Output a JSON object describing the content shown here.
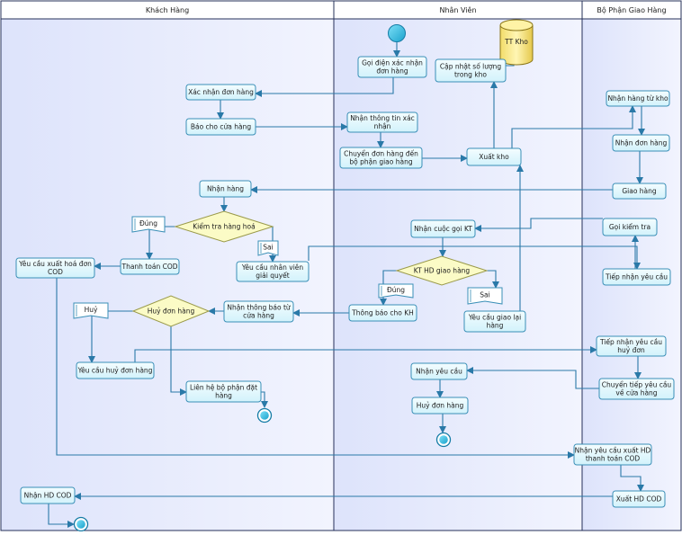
{
  "lanes": [
    "Khách Hàng",
    "Nhân Viên",
    "Bộ Phận Giao Hàng"
  ],
  "datastore": "TT Kho",
  "activities": {
    "goi_dien": [
      "Gọi điện xác nhận",
      "đơn hàng"
    ],
    "cap_nhat": [
      "Cập nhật số lượng",
      "trong kho"
    ],
    "xac_nhan": [
      "Xác nhận đơn hàng"
    ],
    "bao_cho": [
      "Báo cho cửa hàng"
    ],
    "nhan_tt": [
      "Nhận thông tin xác",
      "nhận"
    ],
    "chuyen_dh": [
      "Chuyển đơn hàng đến",
      "bộ phận giao hàng"
    ],
    "xuat_kho": [
      "Xuất kho"
    ],
    "nhan_hang_kho": [
      "Nhận hàng từ kho"
    ],
    "nhan_don": [
      "Nhận đơn hàng"
    ],
    "nhan_hang": [
      "Nhận hàng"
    ],
    "giao_hang": [
      "Giao hàng"
    ],
    "nhan_cuoc": [
      "Nhận cuộc gọi KT"
    ],
    "goi_kiem_tra": [
      "Gọi kiểm tra"
    ],
    "yeu_cau_xuat": [
      "Yêu cầu xuất hoá đơn",
      "COD"
    ],
    "thanh_toan": [
      "Thanh toán COD"
    ],
    "yeu_cau_nv": [
      "Yêu cầu nhân viên",
      "giải quyết"
    ],
    "tiep_nhan_yc": [
      "Tiếp nhận yêu cầu"
    ],
    "thong_bao_kh": [
      "Thông báo cho KH"
    ],
    "yc_giao_lai": [
      "Yêu cầu giao lại",
      "hàng"
    ],
    "nhan_tb": [
      "Nhận thông báo từ",
      "cửa hàng"
    ],
    "yc_huy": [
      "Yêu cầu huỷ đơn hàng"
    ],
    "tiep_nhan_huy": [
      "Tiếp nhận yêu cầu",
      "huỷ đơn"
    ],
    "lien_he": [
      "Liên hệ bộ phận đặt",
      "hàng"
    ],
    "chuyen_tiep": [
      "Chuyển tiếp yêu cầu",
      "về cửa hàng"
    ],
    "nhan_yc": [
      "Nhận yêu cầu"
    ],
    "huy_don": [
      "Huỷ đơn hàng"
    ],
    "nhan_yc_xuat": [
      "Nhận yêu cầu xuất HD",
      "thanh toán COD"
    ],
    "nhan_hd": [
      "Nhận HD COD"
    ],
    "xuat_hd": [
      "Xuất HD COD"
    ]
  },
  "decisions": {
    "kiem_tra": "Kiểm tra hàng hoá",
    "kt_hd": "KT HD giao hàng",
    "huy": "Huỷ đơn hàng"
  },
  "flags": {
    "dung1": "Đúng",
    "sai1": "Sai",
    "dung2": "Đúng",
    "sai2": "Sai",
    "huy": "Huỷ"
  }
}
